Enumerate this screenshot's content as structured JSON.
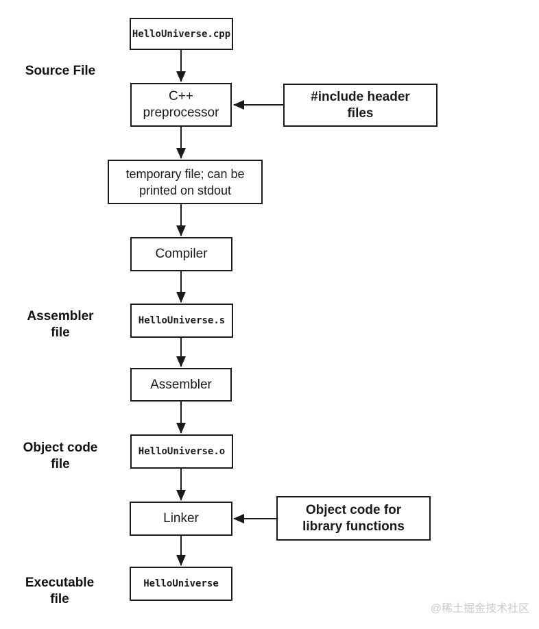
{
  "diagram": {
    "type": "flowchart",
    "subject": "C++ compilation process",
    "colors": {
      "background": "#ffffff",
      "box_border": "#1a1a1a",
      "text": "#1a1a1a",
      "arrow": "#1a1a1a",
      "watermark": "#c9c9c9"
    },
    "nodes": {
      "source_file_box": {
        "label": "HelloUniverse.cpp"
      },
      "preprocessor": {
        "line1": "C++",
        "line2": "preprocessor"
      },
      "include_headers": {
        "line1": "#include header",
        "line2": "files"
      },
      "temp_file": {
        "line1": "temporary file; can be",
        "line2": "printed on stdout"
      },
      "compiler": {
        "label": "Compiler"
      },
      "assembler_file_box": {
        "label": "HelloUniverse.s"
      },
      "assembler": {
        "label": "Assembler"
      },
      "object_file_box": {
        "label": "HelloUniverse.o"
      },
      "linker": {
        "label": "Linker"
      },
      "library_objects": {
        "line1": "Object code for",
        "line2": "library functions"
      },
      "executable_box": {
        "label": "HelloUniverse"
      }
    },
    "side_labels": {
      "source": {
        "line1": "Source File",
        "line2": ""
      },
      "assembler": {
        "line1": "Assembler",
        "line2": "file"
      },
      "object": {
        "line1": "Object code",
        "line2": "file"
      },
      "executable": {
        "line1": "Executable",
        "line2": "file"
      }
    },
    "watermark": "@稀土掘金技术社区"
  }
}
